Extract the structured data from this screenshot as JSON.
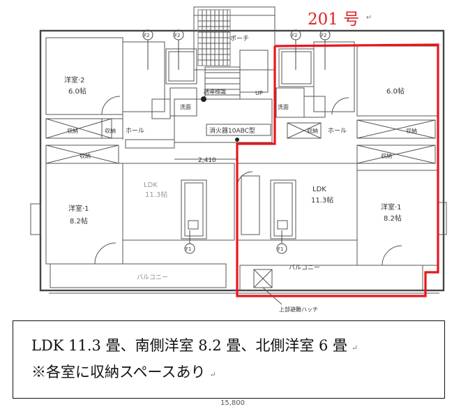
{
  "unit_label": "201 号",
  "return_mark": "↵",
  "plan": {
    "rooms": {
      "left_north_room": "洋室·2",
      "left_north_size": "6.0帖",
      "right_north_size": "6.0帖",
      "left_south_room": "洋室·1",
      "left_south_size": "8.2帖",
      "right_south_room": "洋室·1",
      "right_south_size": "8.2帖",
      "left_ldk": "LDK",
      "left_ldk_size": "11.3帖",
      "right_ldk": "LDK",
      "right_ldk_size": "11.3帖"
    },
    "storage": {
      "left_a": "収納",
      "left_b": "収納",
      "left_c": "収納",
      "right_a": "収納",
      "right_b": "収納",
      "right_c": "収納"
    },
    "hall_left": "ホール",
    "hall_right": "ホール",
    "balcony_left": "バルコニー",
    "balcony_right": "バルコニー",
    "extinguisher": "消火器10ABC型",
    "escape_device": "誘導標識",
    "dimension_mid": "2,410",
    "dimension_bottom": "15,800",
    "hatch": "上部避難ハッチ",
    "pipe_f1_left": "F1",
    "pipe_f1_right": "F1",
    "pipe_f2_a": "F2",
    "pipe_f2_b": "F2",
    "pipe_f2_c": "F2",
    "pipe_f2_d": "F2",
    "up_mark": "UP",
    "porch": "ポーチ",
    "wash_left": "洗面",
    "wash_right": "洗面"
  },
  "caption": {
    "line1": "LDK 11.3 畳、南側洋室  8.2 畳、北側洋室  6 畳",
    "line2": "※各室に収納スペースあり"
  }
}
